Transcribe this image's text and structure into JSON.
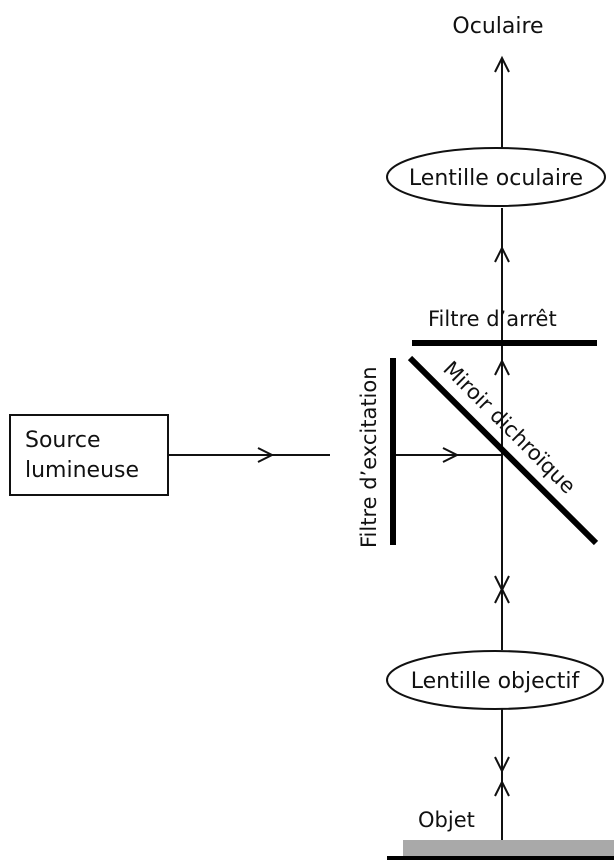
{
  "labels": {
    "oculaire": "Oculaire",
    "lentille_oculaire": "Lentille oculaire",
    "filtre_arret": "Filtre d’arrêt",
    "miroir_dichroique": "Miroir dichroïque",
    "filtre_excitation": "Filtre d’excitation",
    "source_line1": "Source",
    "source_line2": "lumineuse",
    "lentille_objectif": "Lentille objectif",
    "objet": "Objet"
  },
  "colors": {
    "line": "#111111",
    "object_stage": "#a9a9a9"
  }
}
